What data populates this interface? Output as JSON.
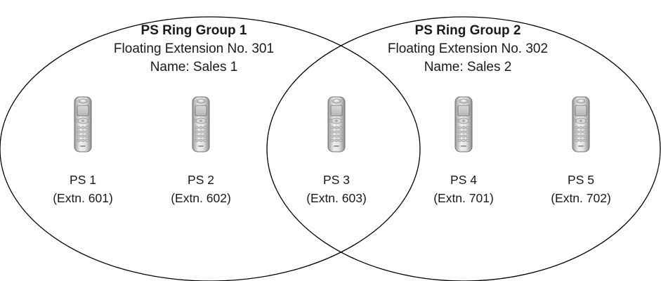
{
  "groups": [
    {
      "title": "PS Ring Group 1",
      "floating_extension": "Floating Extension No. 301",
      "name": "Name: Sales 1"
    },
    {
      "title": "PS Ring Group 2",
      "floating_extension": "Floating Extension No. 302",
      "name": "Name: Sales 2"
    }
  ],
  "phones": [
    {
      "name": "PS 1",
      "extension": "(Extn. 601)"
    },
    {
      "name": "PS 2",
      "extension": "(Extn. 602)"
    },
    {
      "name": "PS 3",
      "extension": "(Extn. 603)"
    },
    {
      "name": "PS 4",
      "extension": "(Extn. 701)"
    },
    {
      "name": "PS 5",
      "extension": "(Extn. 702)"
    }
  ],
  "colors": {
    "outline": "#000000",
    "text": "#1a1a1a",
    "phone_body_dark": "#8a8a8a",
    "phone_body_light": "#e6e6e6"
  }
}
